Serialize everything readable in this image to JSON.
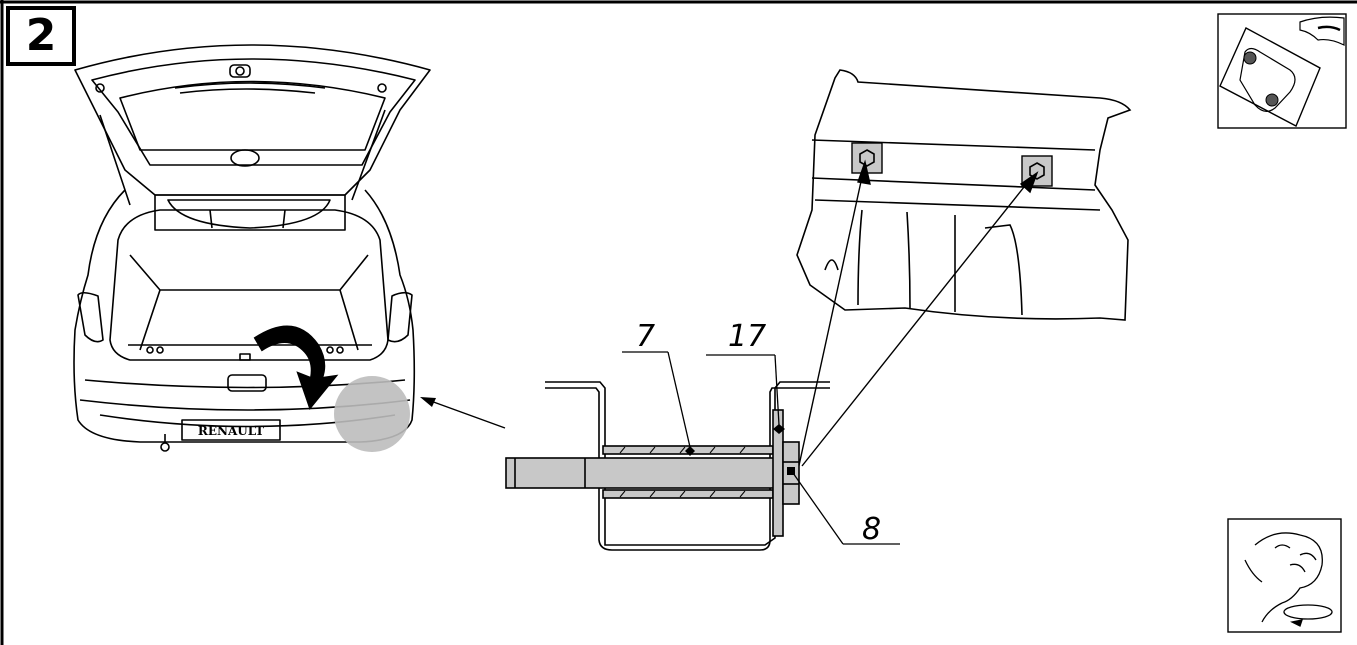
{
  "step": {
    "number": "2"
  },
  "car": {
    "plate_text": "RENAULT"
  },
  "callouts": {
    "part_7": "7",
    "part_17": "17",
    "part_8": "8"
  },
  "icons": [
    "car-orientation-icon",
    "hand-tighten-icon"
  ],
  "colors": {
    "line": "#000000",
    "part_fill": "#c8c8c8",
    "highlight": "#bdbdbd",
    "background": "#ffffff"
  }
}
